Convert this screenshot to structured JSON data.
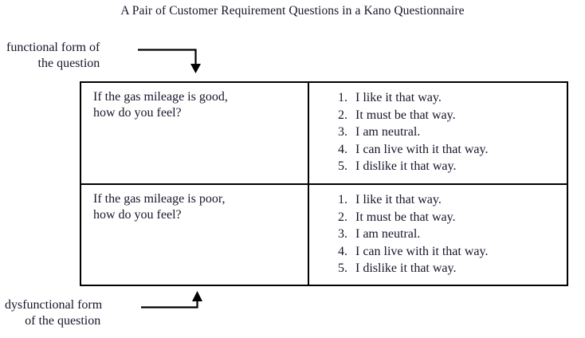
{
  "figure": {
    "title": "A Pair of Customer Requirement Questions in a Kano Questionnaire"
  },
  "annotations": {
    "functional": {
      "line1": "functional form of",
      "line2": "the question"
    },
    "dysfunctional": {
      "line1": "dysfunctional form",
      "line2": "of the question"
    }
  },
  "colors": {
    "ink": "#16162b",
    "rule": "#000000",
    "background": "#ffffff"
  },
  "table": {
    "rows": [
      {
        "question": "If the gas mileage is good,\nhow do you feel?",
        "answers": [
          {
            "num": "1.",
            "text": "I like it that way."
          },
          {
            "num": "2.",
            "text": "It must be that way."
          },
          {
            "num": "3.",
            "text": "I am neutral."
          },
          {
            "num": "4.",
            "text": "I can live with it that way."
          },
          {
            "num": "5.",
            "text": "I dislike it that way."
          }
        ]
      },
      {
        "question": "If the gas mileage is poor,\nhow do you feel?",
        "answers": [
          {
            "num": "1.",
            "text": "I like it that way."
          },
          {
            "num": "2.",
            "text": "It must be that way."
          },
          {
            "num": "3.",
            "text": "I am neutral."
          },
          {
            "num": "4.",
            "text": "I can live with it that way."
          },
          {
            "num": "5.",
            "text": "I dislike it that way."
          }
        ]
      }
    ]
  }
}
